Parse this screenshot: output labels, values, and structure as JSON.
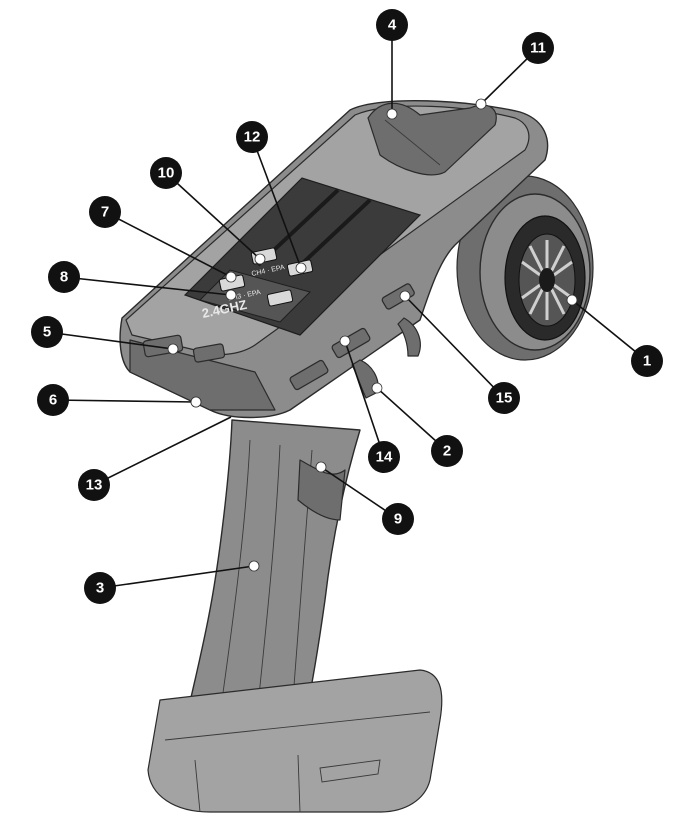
{
  "device": {
    "panel_text_band": "2.4GHZ",
    "panel_text_ch": "CH4 · EPA",
    "panel_text_ch2": "CH3 · EPA"
  },
  "callouts": [
    {
      "label": "1"
    },
    {
      "label": "2"
    },
    {
      "label": "3"
    },
    {
      "label": "4"
    },
    {
      "label": "5"
    },
    {
      "label": "6"
    },
    {
      "label": "7"
    },
    {
      "label": "8"
    },
    {
      "label": "9"
    },
    {
      "label": "10"
    },
    {
      "label": "11"
    },
    {
      "label": "12"
    },
    {
      "label": "13"
    },
    {
      "label": "14"
    },
    {
      "label": "15"
    }
  ],
  "colors": {
    "body": "#8c8c8c",
    "outline": "#2b2b2b",
    "callout_fill": "#111111",
    "callout_text": "#ffffff"
  }
}
